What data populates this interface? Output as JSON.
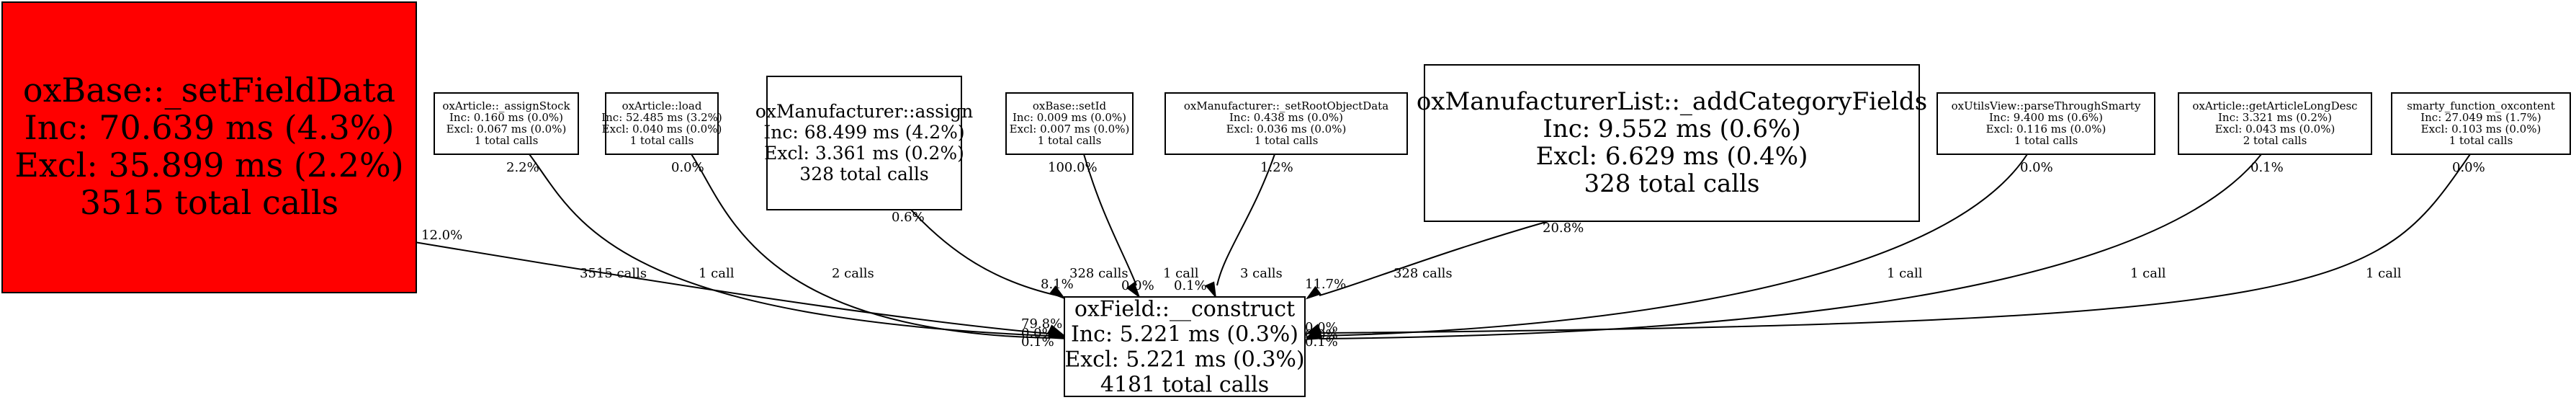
{
  "graph": {
    "title": "Call graph: oxField::__construct callers",
    "target": {
      "id": "construct",
      "name": "oxField::__construct",
      "inc": "Inc: 5.221 ms (0.3%)",
      "excl": "Excl: 5.221 ms (0.3%)",
      "calls": "4181 total calls",
      "fill": "#ffffff"
    },
    "callers": [
      {
        "id": "setFieldData",
        "name": "oxBase::_setFieldData",
        "inc": "Inc: 70.639 ms (4.3%)",
        "excl": "Excl: 35.899 ms (2.2%)",
        "calls": "3515 total calls",
        "fill": "#ff0000",
        "pct_out": "12.0%",
        "edge_label": "3515 calls",
        "pct_in": "79.8%"
      },
      {
        "id": "assignStock",
        "name": "oxArticle::_assignStock",
        "inc": "Inc: 0.160 ms (0.0%)",
        "excl": "Excl: 0.067 ms (0.0%)",
        "calls": "1 total calls",
        "fill": "#ffffff",
        "pct_out": "2.2%",
        "edge_label": "1 call",
        "pct_in": "0.0%"
      },
      {
        "id": "artLoad",
        "name": "oxArticle::load",
        "inc": "Inc: 52.485 ms (3.2%)",
        "excl": "Excl: 0.040 ms (0.0%)",
        "calls": "1 total calls",
        "fill": "#ffffff",
        "pct_out": "0.0%",
        "edge_label": "2 calls",
        "pct_in": "0.1%"
      },
      {
        "id": "manAssign",
        "name": "oxManufacturer::assign",
        "inc": "Inc: 68.499 ms (4.2%)",
        "excl": "Excl: 3.361 ms (0.2%)",
        "calls": "328 total calls",
        "fill": "#ffffff",
        "pct_out": "0.6%",
        "edge_label": "328 calls",
        "pct_in": "8.1%"
      },
      {
        "id": "setId",
        "name": "oxBase::setId",
        "inc": "Inc: 0.009 ms (0.0%)",
        "excl": "Excl: 0.007 ms (0.0%)",
        "calls": "1 total calls",
        "fill": "#ffffff",
        "pct_out": "100.0%",
        "edge_label": "1 call",
        "pct_in": "0.0%"
      },
      {
        "id": "setRoot",
        "name": "oxManufacturer::_setRootObjectData",
        "inc": "Inc: 0.438 ms (0.0%)",
        "excl": "Excl: 0.036 ms (0.0%)",
        "calls": "1 total calls",
        "fill": "#ffffff",
        "pct_out": "1.2%",
        "edge_label": "3 calls",
        "pct_in": "0.1%"
      },
      {
        "id": "addCat",
        "name": "oxManufacturerList::_addCategoryFields",
        "inc": "Inc: 9.552 ms (0.6%)",
        "excl": "Excl: 6.629 ms (0.4%)",
        "calls": "328 total calls",
        "fill": "#ffffff",
        "pct_out": "20.8%",
        "edge_label": "328 calls",
        "pct_in": "11.7%"
      },
      {
        "id": "parseSmarty",
        "name": "oxUtilsView::parseThroughSmarty",
        "inc": "Inc: 9.400 ms (0.6%)",
        "excl": "Excl: 0.116 ms (0.0%)",
        "calls": "1 total calls",
        "fill": "#ffffff",
        "pct_out": "0.0%",
        "edge_label": "1 call",
        "pct_in": "0.0%"
      },
      {
        "id": "longDesc",
        "name": "oxArticle::getArticleLongDesc",
        "inc": "Inc: 3.321 ms (0.2%)",
        "excl": "Excl: 0.043 ms (0.0%)",
        "calls": "2 total calls",
        "fill": "#ffffff",
        "pct_out": "0.1%",
        "edge_label": "1 call",
        "pct_in": "0.0%"
      },
      {
        "id": "oxcontent",
        "name": "smarty_function_oxcontent",
        "inc": "Inc: 27.049 ms (1.7%)",
        "excl": "Excl: 0.103 ms (0.0%)",
        "calls": "1 total calls",
        "fill": "#ffffff",
        "pct_out": "0.0%",
        "edge_label": "1 call",
        "pct_in": "0.1%"
      }
    ]
  }
}
